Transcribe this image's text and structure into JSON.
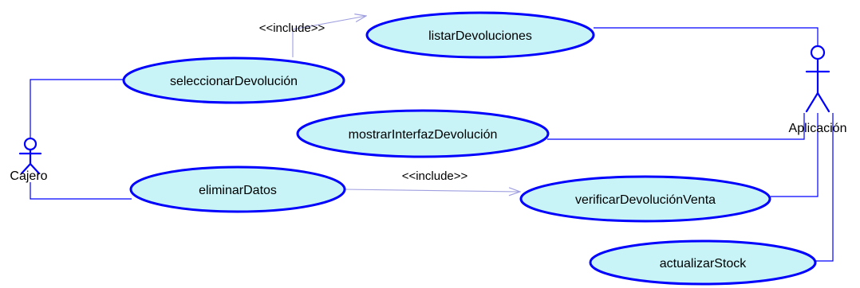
{
  "colors": {
    "usecase_fill": "#c8f4f8",
    "usecase_stroke": "#0000ff",
    "association": "#0000ff",
    "dependency": "#9f9fe0",
    "actor": "#0000ff"
  },
  "actors": {
    "cajero": {
      "name": "Cajero"
    },
    "aplicacion": {
      "name": "Aplicación"
    }
  },
  "use_cases": {
    "listar": {
      "name": "listarDevoluciones"
    },
    "seleccionar": {
      "name": "seleccionarDevolución"
    },
    "mostrar": {
      "name": "mostrarInterfazDevolución"
    },
    "eliminar": {
      "name": "eliminarDatos"
    },
    "verificar": {
      "name": "verificarDevoluciónVenta"
    },
    "actualizar": {
      "name": "actualizarStock"
    }
  },
  "relations": {
    "include_1": {
      "label": "<<include>>"
    },
    "include_2": {
      "label": "<<include>>"
    }
  }
}
